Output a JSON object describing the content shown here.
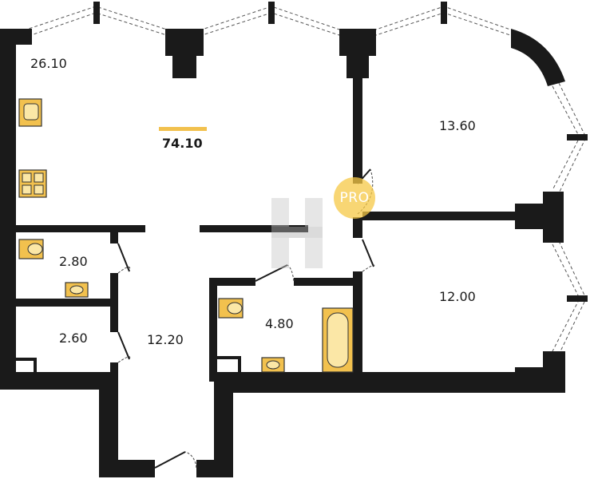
{
  "plan": {
    "total_area": "74.10",
    "badge_text": "PRO",
    "rooms": {
      "living": "26.10",
      "bedroom_top_right": "13.60",
      "bedroom_bottom_right": "12.00",
      "bathroom_small": "2.80",
      "storage": "2.60",
      "hallway": "12.20",
      "bathroom_main": "4.80"
    }
  },
  "colors": {
    "wall": "#1a1a1a",
    "fixture": "#f2c14e",
    "accent": "#f2c14e",
    "watermark": "#c8c8c8"
  }
}
